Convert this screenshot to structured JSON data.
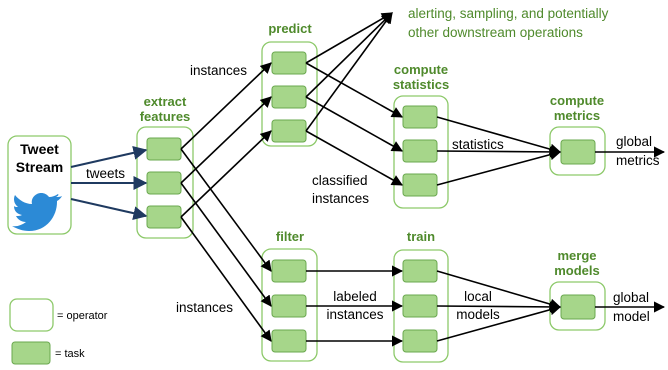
{
  "source": {
    "line1": "Tweet",
    "line2": "Stream",
    "icon": "bird-icon",
    "color": "#2c8ad6"
  },
  "operators": {
    "extract": {
      "line1": "extract",
      "line2": "features"
    },
    "predict": {
      "line1": "predict",
      "line2": ""
    },
    "compute_stats": {
      "line1": "compute",
      "line2": "statistics"
    },
    "compute_metrics": {
      "line1": "compute",
      "line2": "metrics"
    },
    "filter": {
      "line1": "filter",
      "line2": ""
    },
    "train": {
      "line1": "train",
      "line2": ""
    },
    "merge": {
      "line1": "merge",
      "line2": "models"
    }
  },
  "edge_labels": {
    "tweets": "tweets",
    "instances_top": "instances",
    "instances_bottom": "instances",
    "statistics": "statistics",
    "classified_1": "classified",
    "classified_2": "instances",
    "labeled_1": "labeled",
    "labeled_2": "instances",
    "local_1": "local",
    "local_2": "models",
    "global_metrics_1": "global",
    "global_metrics_2": "metrics",
    "global_model_1": "global",
    "global_model_2": "model",
    "alerting_1": "alerting, sampling, and potentially",
    "alerting_2": "other downstream operations"
  },
  "legend": {
    "operator": "= operator",
    "task": "= task"
  },
  "colors": {
    "operator_border": "#8dc96a",
    "task_fill": "#a6d68a",
    "task_border": "#6aa84f",
    "label_green": "#4f8a2c",
    "arrow_black": "#000000",
    "arrow_navy": "#1f3a60"
  }
}
